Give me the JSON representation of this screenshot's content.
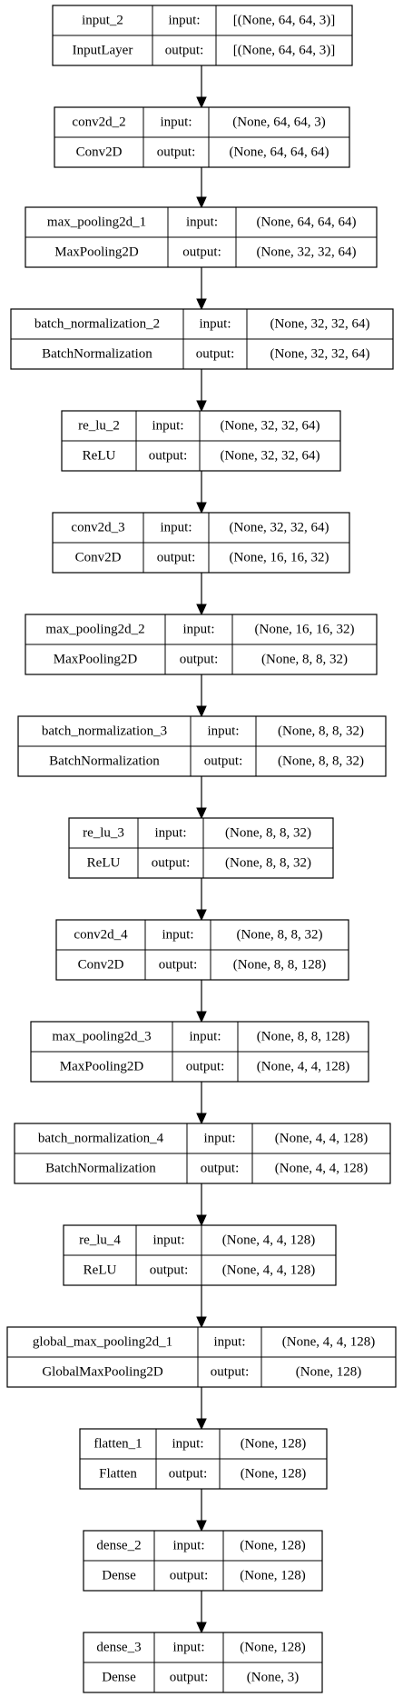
{
  "nodes": [
    {
      "name": "input_2",
      "type": "InputLayer",
      "input_label": "input:",
      "output_label": "output:",
      "input_shape": "[(None, 64, 64, 3)]",
      "output_shape": "[(None, 64, 64, 3)]"
    },
    {
      "name": "conv2d_2",
      "type": "Conv2D",
      "input_label": "input:",
      "output_label": "output:",
      "input_shape": "(None, 64, 64, 3)",
      "output_shape": "(None, 64, 64, 64)"
    },
    {
      "name": "max_pooling2d_1",
      "type": "MaxPooling2D",
      "input_label": "input:",
      "output_label": "output:",
      "input_shape": "(None, 64, 64, 64)",
      "output_shape": "(None, 32, 32, 64)"
    },
    {
      "name": "batch_normalization_2",
      "type": "BatchNormalization",
      "input_label": "input:",
      "output_label": "output:",
      "input_shape": "(None, 32, 32, 64)",
      "output_shape": "(None, 32, 32, 64)"
    },
    {
      "name": "re_lu_2",
      "type": "ReLU",
      "input_label": "input:",
      "output_label": "output:",
      "input_shape": "(None, 32, 32, 64)",
      "output_shape": "(None, 32, 32, 64)"
    },
    {
      "name": "conv2d_3",
      "type": "Conv2D",
      "input_label": "input:",
      "output_label": "output:",
      "input_shape": "(None, 32, 32, 64)",
      "output_shape": "(None, 16, 16, 32)"
    },
    {
      "name": "max_pooling2d_2",
      "type": "MaxPooling2D",
      "input_label": "input:",
      "output_label": "output:",
      "input_shape": "(None, 16, 16, 32)",
      "output_shape": "(None, 8, 8, 32)"
    },
    {
      "name": "batch_normalization_3",
      "type": "BatchNormalization",
      "input_label": "input:",
      "output_label": "output:",
      "input_shape": "(None, 8, 8, 32)",
      "output_shape": "(None, 8, 8, 32)"
    },
    {
      "name": "re_lu_3",
      "type": "ReLU",
      "input_label": "input:",
      "output_label": "output:",
      "input_shape": "(None, 8, 8, 32)",
      "output_shape": "(None, 8, 8, 32)"
    },
    {
      "name": "conv2d_4",
      "type": "Conv2D",
      "input_label": "input:",
      "output_label": "output:",
      "input_shape": "(None, 8, 8, 32)",
      "output_shape": "(None, 8, 8, 128)"
    },
    {
      "name": "max_pooling2d_3",
      "type": "MaxPooling2D",
      "input_label": "input:",
      "output_label": "output:",
      "input_shape": "(None, 8, 8, 128)",
      "output_shape": "(None, 4, 4, 128)"
    },
    {
      "name": "batch_normalization_4",
      "type": "BatchNormalization",
      "input_label": "input:",
      "output_label": "output:",
      "input_shape": "(None, 4, 4, 128)",
      "output_shape": "(None, 4, 4, 128)"
    },
    {
      "name": "re_lu_4",
      "type": "ReLU",
      "input_label": "input:",
      "output_label": "output:",
      "input_shape": "(None, 4, 4, 128)",
      "output_shape": "(None, 4, 4, 128)"
    },
    {
      "name": "global_max_pooling2d_1",
      "type": "GlobalMaxPooling2D",
      "input_label": "input:",
      "output_label": "output:",
      "input_shape": "(None, 4, 4, 128)",
      "output_shape": "(None, 128)"
    },
    {
      "name": "flatten_1",
      "type": "Flatten",
      "input_label": "input:",
      "output_label": "output:",
      "input_shape": "(None, 128)",
      "output_shape": "(None, 128)"
    },
    {
      "name": "dense_2",
      "type": "Dense",
      "input_label": "input:",
      "output_label": "output:",
      "input_shape": "(None, 128)",
      "output_shape": "(None, 128)"
    },
    {
      "name": "dense_3",
      "type": "Dense",
      "input_label": "input:",
      "output_label": "output:",
      "input_shape": "(None, 128)",
      "output_shape": "(None, 3)"
    }
  ],
  "colors": {
    "stroke": "#000000",
    "text": "#000000",
    "background": "#ffffff"
  }
}
